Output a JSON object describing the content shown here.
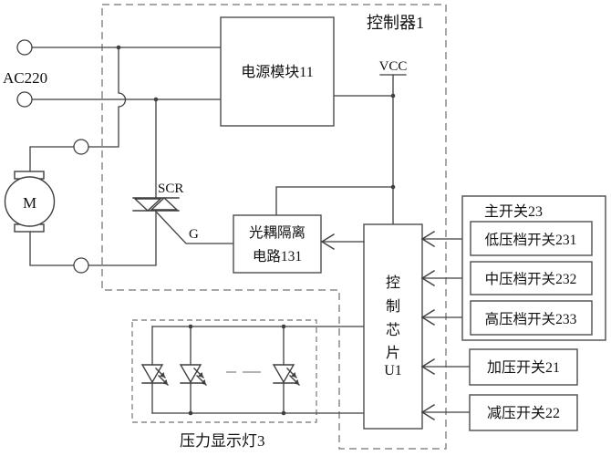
{
  "labels": {
    "ac_supply": "AC220",
    "controller": "控制器1",
    "power_module": "电源模块11",
    "vcc": "VCC",
    "motor": "M",
    "scr": "SCR",
    "gate": "G",
    "optocoupler_line1": "光耦隔离",
    "optocoupler_line2": "电路131",
    "chip_char1": "控",
    "chip_char2": "制",
    "chip_char3": "芯",
    "chip_char4": "片",
    "chip_char5": "U1",
    "main_switch": "主开关23",
    "low_gear_switch": "低压档开关231",
    "mid_gear_switch": "中压档开关232",
    "high_gear_switch": "高压档开关233",
    "pressurize_switch": "加压开关21",
    "depressurize_switch": "减压开关22",
    "pressure_indicator": "压力显示灯3"
  },
  "colors": {
    "line": "#3f3f3f",
    "box": "#4d4d4d",
    "dash": "#8a8a8a",
    "text": "#111111",
    "bg": "#ffffff",
    "ellipsis": "#9a9a9a"
  }
}
